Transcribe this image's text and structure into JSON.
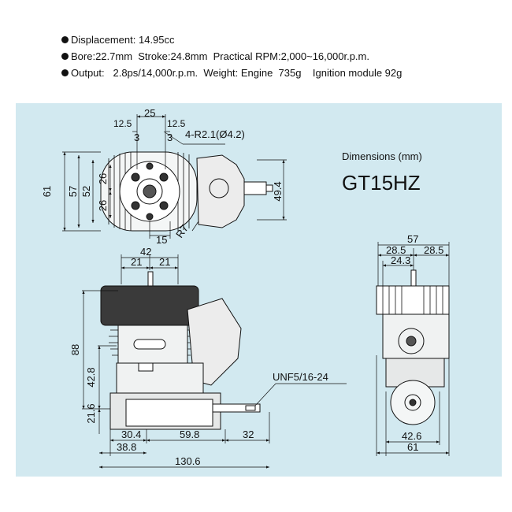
{
  "specs": [
    {
      "text": "Displacement: 14.95cc"
    },
    {
      "text": "Bore:22.7mm  Stroke:24.8mm  Practical RPM:2,000~16,000r.p.m."
    },
    {
      "text": "Output:   2.8ps/14,000r.p.m.  Weight: Engine  735g    Ignition module 92g"
    }
  ],
  "diagram": {
    "dimensions_label": "Dimensions (mm)",
    "model": "GT15HZ",
    "thread_label": "UNF5/16-24",
    "top_view": {
      "d25": "25",
      "d12_5_left": "12.5",
      "d12_5_right": "12.5",
      "d3_left": "3",
      "d3_right": "3",
      "hole_note": "4-R2.1(Ø4.2)",
      "d61": "61",
      "d57": "57",
      "d52": "52",
      "d26_top": "26",
      "d26_bottom": "26",
      "d49_4": "49.4",
      "d15": "15",
      "r7": "R7"
    },
    "side_view": {
      "d42": "42",
      "d21_left": "21",
      "d21_right": "21",
      "d88": "88",
      "d42_8": "42.8",
      "d21_6": "21.6",
      "d30_4": "30.4",
      "d59_8": "59.8",
      "d32": "32",
      "d38_8": "38.8",
      "d130_6": "130.6"
    },
    "rear_view": {
      "d57": "57",
      "d28_5_left": "28.5",
      "d28_5_right": "28.5",
      "d24_3": "24.3",
      "d42_6": "42.6",
      "d61": "61"
    }
  },
  "colors": {
    "panel": "#d2e9f0",
    "ink": "#111111",
    "engine_fill": "#f4f6f6"
  }
}
